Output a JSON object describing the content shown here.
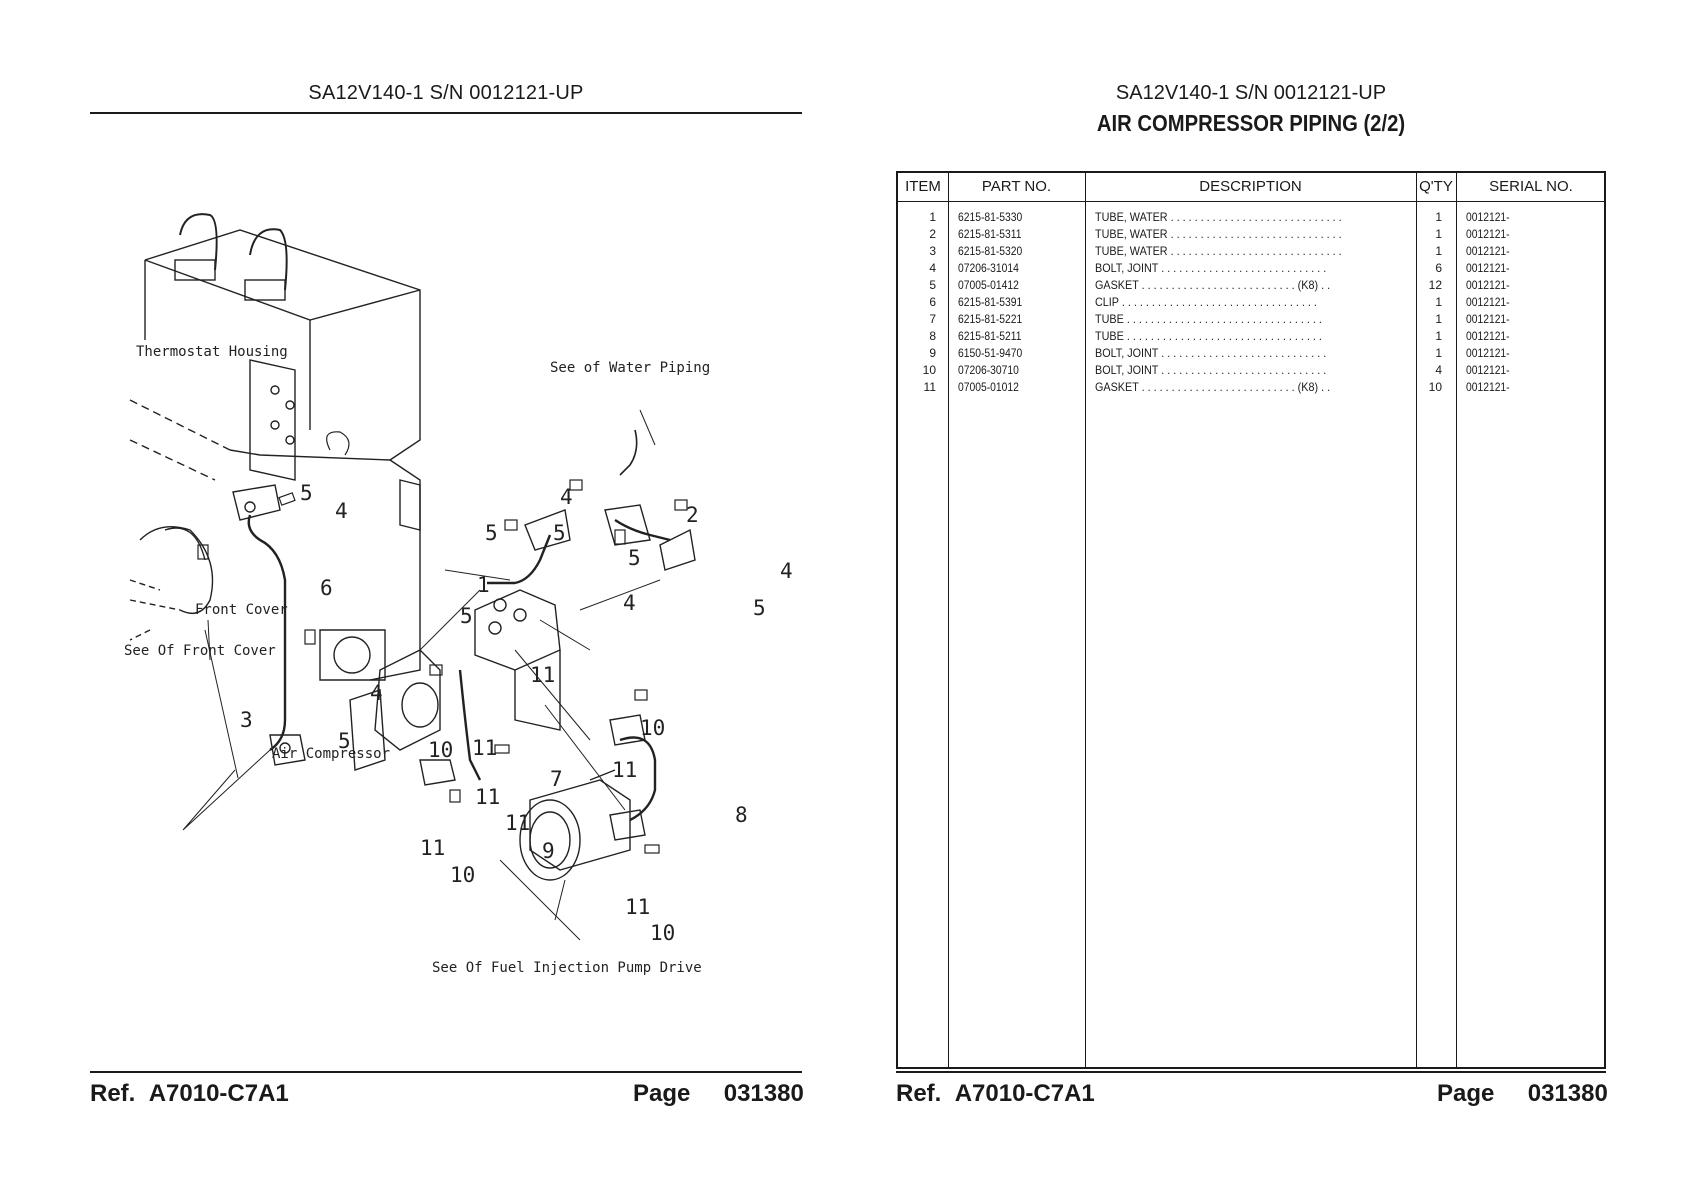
{
  "left_page": {
    "header": "SA12V140-1 S/N 0012121-UP",
    "diagram": {
      "labels": {
        "thermostat": "Thermostat Housing",
        "water": "See of Water Piping",
        "front_cover": "Front Cover",
        "see_front_cover": "See Of Front Cover",
        "air_compressor": "Air Compressor",
        "fuel_pump": "See Of Fuel Injection Pump Drive"
      },
      "callouts": [
        "5",
        "4",
        "6",
        "3",
        "4",
        "5",
        "4",
        "5",
        "5",
        "1",
        "5",
        "4",
        "5",
        "2",
        "4",
        "5",
        "10",
        "11",
        "11",
        "11",
        "11",
        "7",
        "11",
        "9",
        "10",
        "10",
        "11",
        "8",
        "11",
        "10"
      ]
    },
    "footer": {
      "ref_label": "Ref.",
      "ref": "A7010-C7A1",
      "page_label": "Page",
      "page": "031380"
    }
  },
  "right_page": {
    "header": "SA12V140-1 S/N 0012121-UP",
    "title": "AIR COMPRESSOR PIPING (2/2)",
    "columns": [
      "ITEM",
      "PART NO.",
      "DESCRIPTION",
      "Q'TY",
      "SERIAL NO."
    ],
    "rows": [
      {
        "item": "1",
        "part": "6215-81-5330",
        "desc": "TUBE, WATER",
        "dots": ". . . . . . . . . . . . . . . . . . . . . . . . . . . . .",
        "note": "",
        "qty": "1",
        "serial": "0012121-"
      },
      {
        "item": "2",
        "part": "6215-81-5311",
        "desc": "TUBE, WATER",
        "dots": ". . . . . . . . . . . . . . . . . . . . . . . . . . . . .",
        "note": "",
        "qty": "1",
        "serial": "0012121-"
      },
      {
        "item": "3",
        "part": "6215-81-5320",
        "desc": "TUBE, WATER",
        "dots": ". . . . . . . . . . . . . . . . . . . . . . . . . . . . .",
        "note": "",
        "qty": "1",
        "serial": "0012121-"
      },
      {
        "item": "4",
        "part": "07206-31014",
        "desc": "BOLT, JOINT",
        "dots": ". . . . . . . . . . . . . . . . . . . . . . . . . . . .",
        "note": "",
        "qty": "6",
        "serial": "0012121-"
      },
      {
        "item": "5",
        "part": "07005-01412",
        "desc": "GASKET",
        "dots": ". . . . . . . . . . . . . . . . . . . . . . . . . .",
        "note": "(K8)  . .",
        "qty": "12",
        "serial": "0012121-"
      },
      {
        "item": "6",
        "part": "6215-81-5391",
        "desc": "CLIP",
        "dots": ". . . . . . . . . . . . . . . . . . . . . . . . . . . . . . . . .",
        "note": "",
        "qty": "1",
        "serial": "0012121-"
      },
      {
        "item": "7",
        "part": "6215-81-5221",
        "desc": "TUBE",
        "dots": ". . . . . . . . . . . . . . . . . . . . . . . . . . . . . . . . .",
        "note": "",
        "qty": "1",
        "serial": "0012121-"
      },
      {
        "item": "8",
        "part": "6215-81-5211",
        "desc": "TUBE",
        "dots": ". . . . . . . . . . . . . . . . . . . . . . . . . . . . . . . . .",
        "note": "",
        "qty": "1",
        "serial": "0012121-"
      },
      {
        "item": "9",
        "part": "6150-51-9470",
        "desc": "BOLT, JOINT",
        "dots": ". . . . . . . . . . . . . . . . . . . . . . . . . . . .",
        "note": "",
        "qty": "1",
        "serial": "0012121-"
      },
      {
        "item": "10",
        "part": "07206-30710",
        "desc": "BOLT, JOINT",
        "dots": ". . . . . . . . . . . . . . . . . . . . . . . . . . . .",
        "note": "",
        "qty": "4",
        "serial": "0012121-"
      },
      {
        "item": "11",
        "part": "07005-01012",
        "desc": "GASKET",
        "dots": ". . . . . . . . . . . . . . . . . . . . . . . . . .",
        "note": "(K8)  . .",
        "qty": "10",
        "serial": "0012121-"
      }
    ],
    "footer": {
      "ref_label": "Ref.",
      "ref": "A7010-C7A1",
      "page_label": "Page",
      "page": "031380"
    }
  }
}
